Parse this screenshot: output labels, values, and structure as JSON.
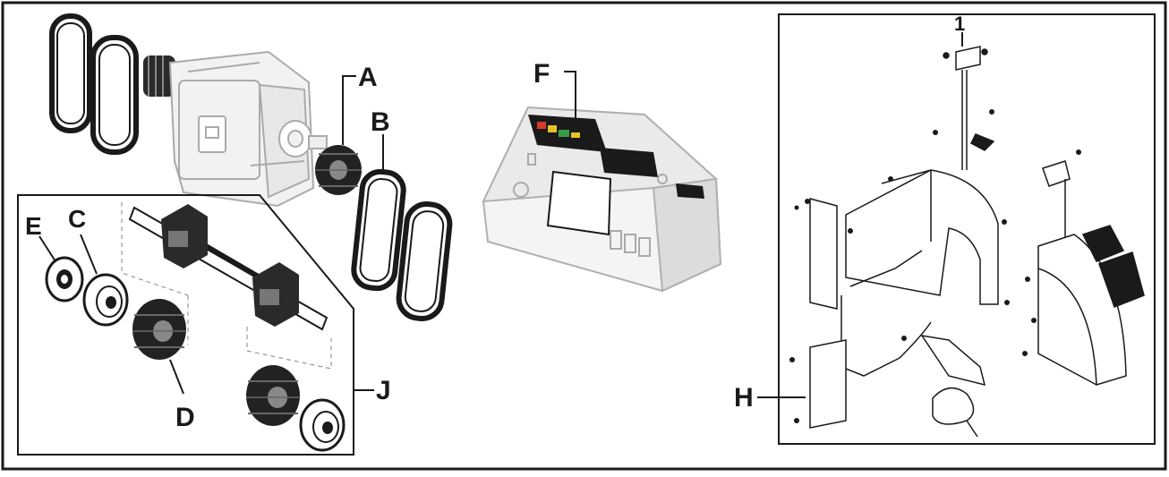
{
  "labels": {
    "A": "A",
    "B": "B",
    "C": "C",
    "D": "D",
    "E": "E",
    "F": "F",
    "H": "H",
    "I": "1",
    "J": "J"
  },
  "colors": {
    "ink": "#1a1a1a",
    "faint": "#b5b5b5",
    "panel_grey": "#d8d8d8",
    "warning_red": "#d33b2a",
    "warning_yellow": "#e4c22a",
    "warning_green": "#3b9a45",
    "background": "#ffffff"
  }
}
